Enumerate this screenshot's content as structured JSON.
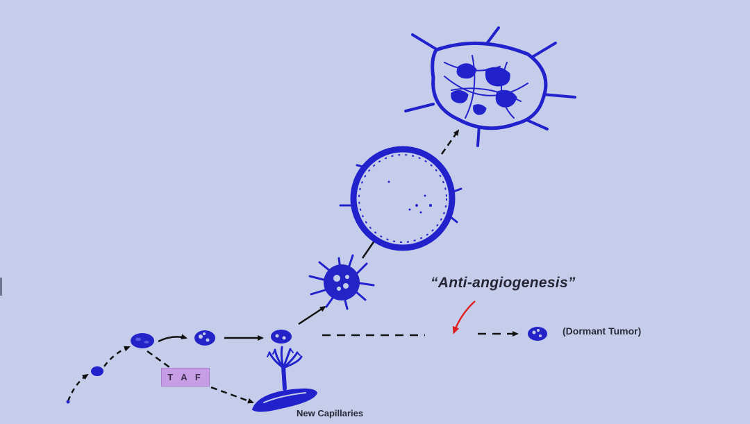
{
  "diagram": {
    "heading": "“Anti-angiogenesis”",
    "taf_label": "T A F",
    "dormant_label": "(Dormant Tumor)",
    "capillaries_label": "New Capillaries"
  },
  "colors": {
    "background": "#c5cdea",
    "tumor": "#2222cc",
    "arrow": "#111111",
    "inhibit_arrow": "#e02020",
    "taf_badge": "#c79de6"
  },
  "stages": [
    "small-cell",
    "cell-cluster",
    "vascularized-nodule",
    "spiky-tumor",
    "large-tumor",
    "metastatic-tumor",
    "dormant-tumor",
    "capillary-bed"
  ]
}
